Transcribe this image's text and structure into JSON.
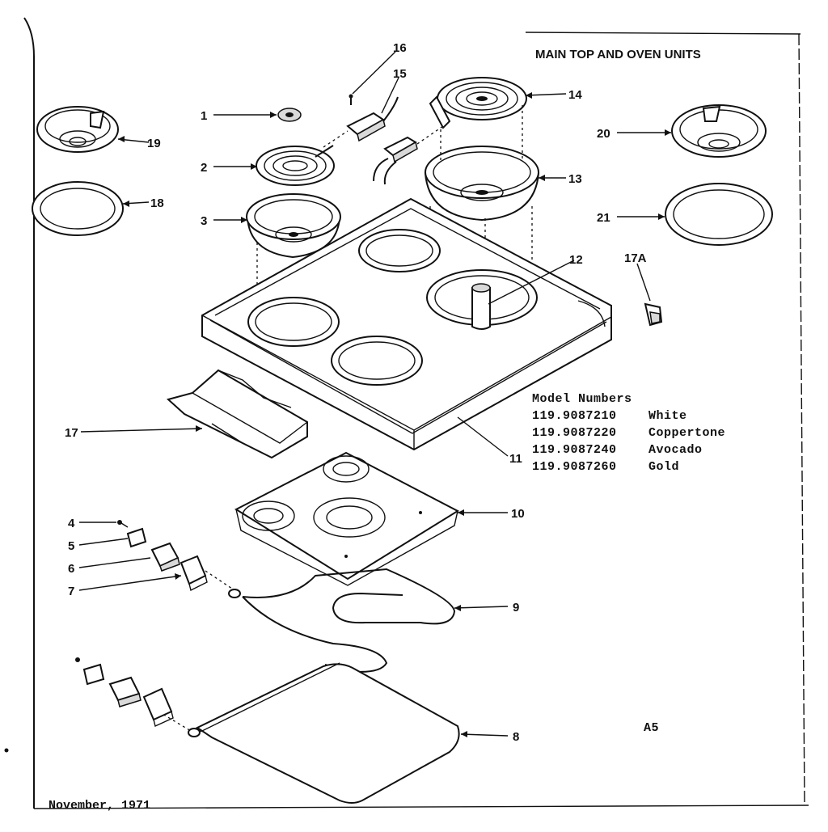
{
  "title": "MAIN TOP AND OVEN UNITS",
  "model_numbers": {
    "heading": "Model Numbers",
    "rows": [
      {
        "number": "119.9087210",
        "color": "White"
      },
      {
        "number": "119.9087220",
        "color": "Coppertone"
      },
      {
        "number": "119.9087240",
        "color": "Avocado"
      },
      {
        "number": "119.9087260",
        "color": "Gold"
      }
    ]
  },
  "page_code": "A5",
  "date": "November, 1971",
  "callouts": {
    "c1": "1",
    "c2": "2",
    "c3": "3",
    "c4": "4",
    "c5": "5",
    "c6": "6",
    "c7": "7",
    "c8": "8",
    "c9": "9",
    "c10": "10",
    "c11": "11",
    "c12": "12",
    "c13": "13",
    "c14": "14",
    "c15": "15",
    "c16": "16",
    "c17": "17",
    "c17a": "17A",
    "c18": "18",
    "c19": "19",
    "c20": "20",
    "c21": "21"
  }
}
